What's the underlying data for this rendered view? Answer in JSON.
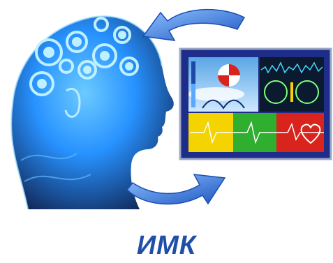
{
  "caption": "ИМК",
  "colors": {
    "caption": "#1f4fa8",
    "head_glow": "#1c8cff",
    "arrow": "#2f6fd6",
    "monitor_frame": "#1f2d8a",
    "screen_bg": "#0b1a2e",
    "panel_yellow": "#f3d400",
    "panel_green": "#2fae2f",
    "panel_red": "#d8241c"
  },
  "icons": [
    "brain-gears-head-illustration",
    "arrow-left-curved",
    "arrow-right-curved",
    "heart-icon",
    "balloon-icon"
  ]
}
